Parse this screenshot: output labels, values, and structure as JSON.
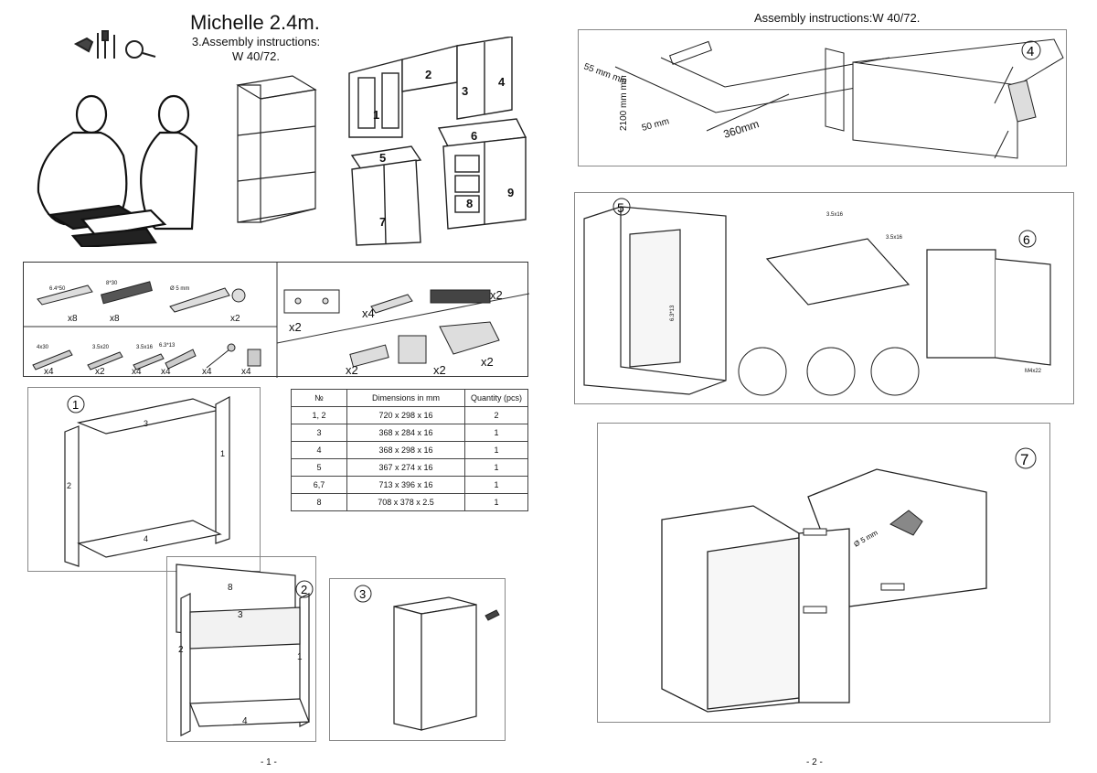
{
  "page1": {
    "title": "Michelle 2.4m.",
    "subtitle_line1": "3.Assembly instructions:",
    "subtitle_line2": "W 40/72.",
    "page_number": "- 1 -",
    "cabinet_numbers": [
      "1",
      "2",
      "3",
      "4",
      "5",
      "6",
      "7",
      "8",
      "9"
    ],
    "hardware": [
      {
        "label": "6.4*50",
        "count": "x8"
      },
      {
        "label": "8*30",
        "count": "x8"
      },
      {
        "label": "Ø 5 mm",
        "count": "x2"
      },
      {
        "label": "",
        "count": "x2"
      },
      {
        "label": "",
        "count": "x4"
      },
      {
        "label": "",
        "count": "x2"
      },
      {
        "label": "4x30",
        "count": "x4"
      },
      {
        "label": "3.5x20",
        "count": "x2"
      },
      {
        "label": "3.5x16",
        "count": "x4"
      },
      {
        "label": "6.3*13",
        "count": "x4"
      },
      {
        "label": "",
        "count": "x4"
      },
      {
        "label": "",
        "count": "x4"
      },
      {
        "label": "",
        "count": "x2"
      },
      {
        "label": "",
        "count": "x2"
      },
      {
        "label": "",
        "count": "x2"
      }
    ],
    "step_labels": [
      "1",
      "2",
      "3"
    ],
    "panel_labels": {
      "top": "3",
      "left": "2",
      "right": "1",
      "bottom": "4",
      "back": "8"
    },
    "table": {
      "headers": [
        "№",
        "Dimensions in mm",
        "Quantity  (pcs)"
      ],
      "rows": [
        [
          "1, 2",
          "720 x 298 x 16",
          "2"
        ],
        [
          "3",
          "368 x 284 x 16",
          "1"
        ],
        [
          "4",
          "368 x 298 x 16",
          "1"
        ],
        [
          "5",
          "367 x 274 x 16",
          "1"
        ],
        [
          "6,7",
          "713 x 396 x 16",
          "1"
        ],
        [
          "8",
          "708 x 378 x 2.5",
          "1"
        ]
      ]
    }
  },
  "page2": {
    "header": "Assembly instructions:W 40/72.",
    "page_number": "- 2 -",
    "step_labels": [
      "4",
      "5",
      "6",
      "7"
    ],
    "dims": {
      "a": "55 mm min",
      "b": "2100 mm min",
      "c": "50 mm",
      "d": "360mm"
    },
    "screw_labels": {
      "s1": "3.5x16",
      "s2": "3.5x16",
      "s3": "6.3*13",
      "s4": "Ø 5 mm",
      "s5": "M4x22"
    }
  },
  "colors": {
    "line": "#222222",
    "border": "#888888",
    "panel": "#f2f2f2"
  }
}
